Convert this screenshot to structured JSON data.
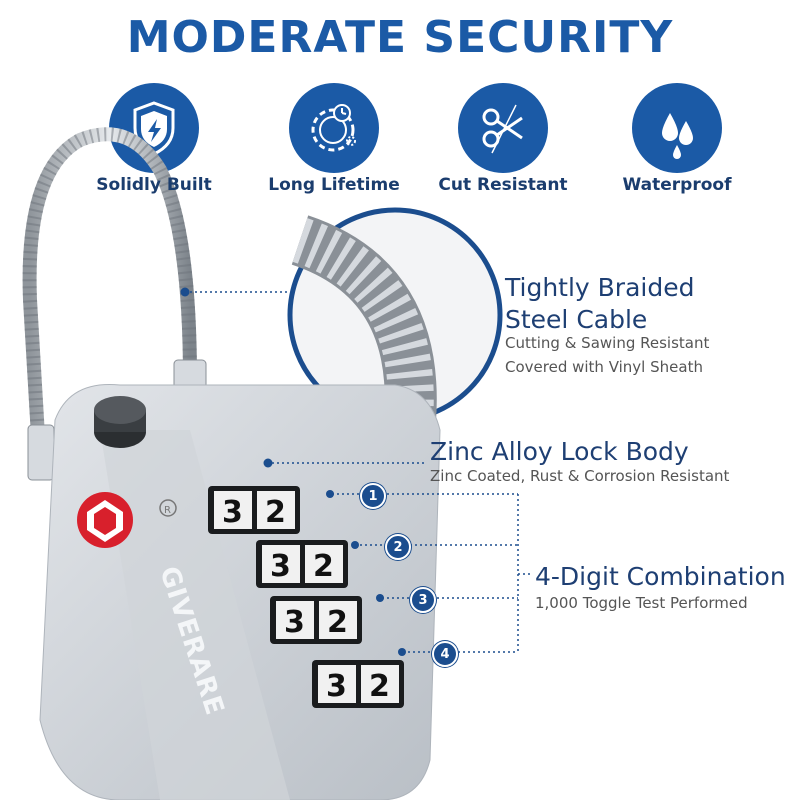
{
  "title": "MODERATE  SECURITY",
  "features": [
    {
      "label": "Solidly Built",
      "icon": "shield-bolt-icon"
    },
    {
      "label": "Long Lifetime",
      "icon": "gear-clock-icon"
    },
    {
      "label": "Cut Resistant",
      "icon": "scissors-icon"
    },
    {
      "label": "Waterproof",
      "icon": "water-drops-icon"
    }
  ],
  "cable": {
    "title_line1": "Tightly Braided",
    "title_line2": "Steel Cable",
    "sub_line1": "Cutting & Sawing Resistant",
    "sub_line2": "Covered with Vinyl Sheath"
  },
  "body": {
    "title": "Zinc Alloy Lock Body",
    "sub": "Zinc Coated, Rust & Corrosion Resistant"
  },
  "combination": {
    "title": "4-Digit Combination",
    "sub": "1,000 Toggle Test Performed",
    "badges": [
      "1",
      "2",
      "3",
      "4"
    ],
    "wheels": [
      [
        "3",
        "2"
      ],
      [
        "3",
        "2"
      ],
      [
        "3",
        "2"
      ],
      [
        "3",
        "2"
      ]
    ]
  },
  "brand": "GIVERARE",
  "registered_mark": "R",
  "colors": {
    "accent": "#1b5aa6",
    "tsa_red": "#d8202c",
    "lock_silver": "#c9ced4"
  }
}
